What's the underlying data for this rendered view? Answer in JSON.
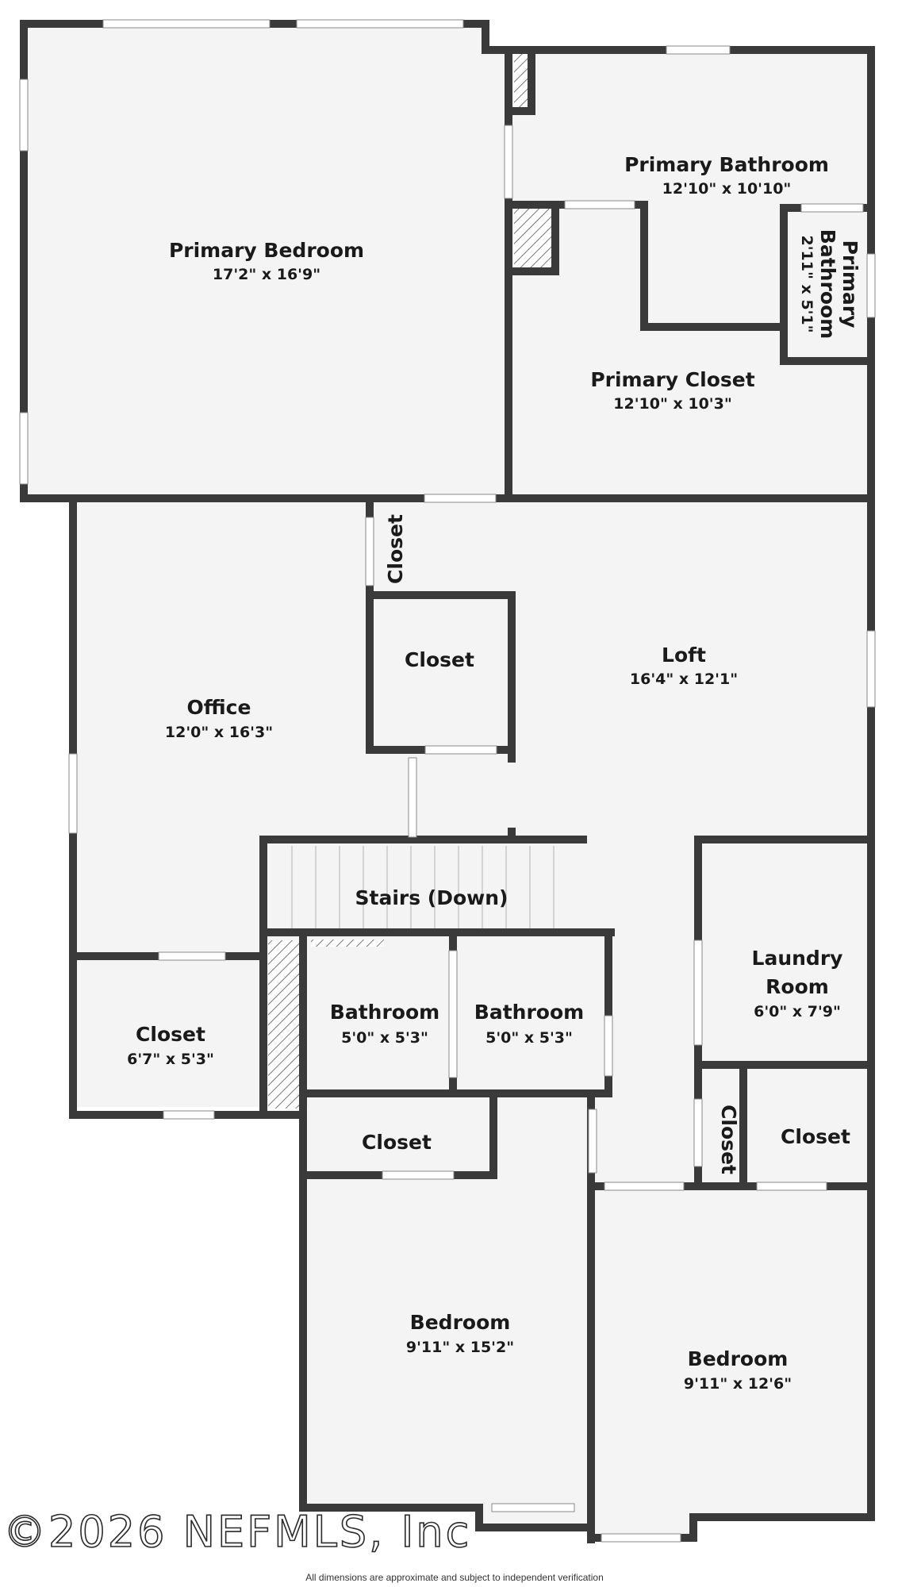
{
  "rooms": {
    "primary_bedroom": {
      "name": "Primary Bedroom",
      "dim": "17'2\" x 16'9\""
    },
    "primary_bathroom": {
      "name": "Primary Bathroom",
      "dim": "12'10\" x 10'10\""
    },
    "primary_bathroom_small": {
      "name1": "Primary",
      "name2": "Bathroom",
      "dim": "2'11\" x 5'1\""
    },
    "primary_closet": {
      "name": "Primary Closet",
      "dim": "12'10\" x 10'3\""
    },
    "loft": {
      "name": "Loft",
      "dim": "16'4\" x 12'1\""
    },
    "closet_vertical_top": {
      "name": "Closet"
    },
    "closet_loft": {
      "name": "Closet"
    },
    "office": {
      "name": "Office",
      "dim": "12'0\" x 16'3\""
    },
    "stairs": {
      "name": "Stairs (Down)"
    },
    "laundry": {
      "name1": "Laundry",
      "name2": "Room",
      "dim": "6'0\" x 7'9\""
    },
    "closet_office": {
      "name": "Closet",
      "dim": "6'7\" x 5'3\""
    },
    "bathroom_left": {
      "name": "Bathroom",
      "dim": "5'0\" x 5'3\""
    },
    "bathroom_right": {
      "name": "Bathroom",
      "dim": "5'0\" x 5'3\""
    },
    "closet_bedroom": {
      "name": "Closet"
    },
    "closet_vertical_right": {
      "name": "Closet"
    },
    "closet_right": {
      "name": "Closet"
    },
    "bedroom_left": {
      "name": "Bedroom",
      "dim": "9'11\" x 15'2\""
    },
    "bedroom_right": {
      "name": "Bedroom",
      "dim": "9'11\" x 12'6\""
    }
  },
  "watermark": "©2026 NEFMLS, Inc",
  "disclaimer": "All dimensions are approximate and subject to independent verification",
  "colors": {
    "wall": "#3a3a3a",
    "floor": "#f4f4f4",
    "window": "#ffffff"
  }
}
